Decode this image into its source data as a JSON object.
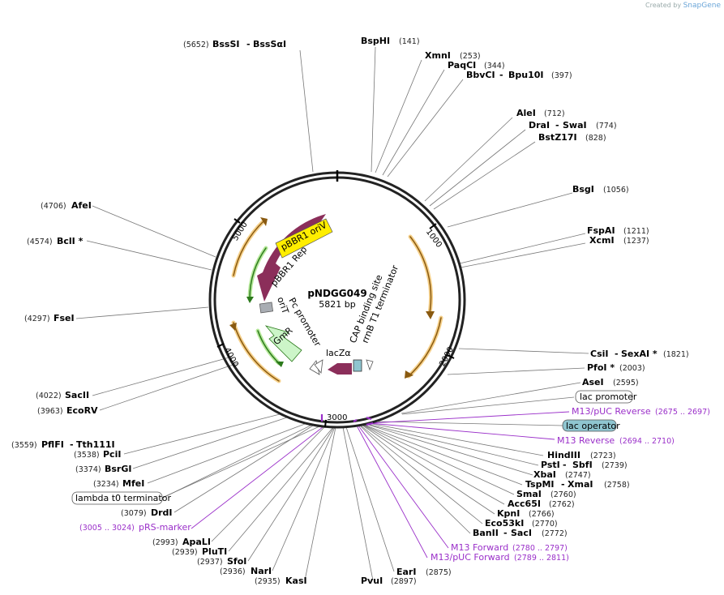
{
  "credit": {
    "prefix": "Created by",
    "brand": "SnapGene"
  },
  "plasmid": {
    "name": "pNDGG049",
    "size": "5821 bp"
  },
  "ticks": [
    "1000",
    "2000",
    "3000",
    "4000",
    "5000"
  ],
  "sites": [
    {
      "name": "BssSI",
      "name2": "BssSαI",
      "pos": "(5652)"
    },
    {
      "name": "BspHI",
      "pos": "(141)"
    },
    {
      "name": "XmnI",
      "pos": "(253)"
    },
    {
      "name": "PaqCI",
      "pos": "(344)"
    },
    {
      "name": "BbvCI",
      "name2": "Bpu10I",
      "pos": "(397)"
    },
    {
      "name": "AleI",
      "pos": "(712)"
    },
    {
      "name": "DraI",
      "name2": "SwaI",
      "pos": "(774)"
    },
    {
      "name": "BstZ17I",
      "pos": "(828)"
    },
    {
      "name": "BsgI",
      "pos": "(1056)"
    },
    {
      "name": "FspAI",
      "pos": "(1211)"
    },
    {
      "name": "XcmI",
      "pos": "(1237)"
    },
    {
      "name": "CsiI",
      "name2": "SexAI *",
      "pos": "(1821)"
    },
    {
      "name": "PfoI *",
      "pos": "(2003)"
    },
    {
      "name": "AseI",
      "pos": "(2595)"
    },
    {
      "name": "HindIII",
      "pos": "(2723)"
    },
    {
      "name": "PstI",
      "name2": "SbfI",
      "pos": "(2739)"
    },
    {
      "name": "XbaI",
      "pos": "(2747)"
    },
    {
      "name": "TspMI",
      "name2": "XmaI",
      "pos": "(2758)"
    },
    {
      "name": "SmaI",
      "pos": "(2760)"
    },
    {
      "name": "Acc65I",
      "pos": "(2762)"
    },
    {
      "name": "KpnI",
      "pos": "(2766)"
    },
    {
      "name": "Eco53kI",
      "pos": "(2770)"
    },
    {
      "name": "BanII",
      "name2": "SacI",
      "pos": "(2772)"
    },
    {
      "name": "EarI",
      "pos": "(2875)"
    },
    {
      "name": "PvuI",
      "pos": "(2897)"
    },
    {
      "name": "KasI",
      "pos": "(2935)"
    },
    {
      "name": "NarI",
      "pos": "(2936)"
    },
    {
      "name": "SfoI",
      "pos": "(2937)"
    },
    {
      "name": "PluTI",
      "pos": "(2939)"
    },
    {
      "name": "ApaLI",
      "pos": "(2993)"
    },
    {
      "name": "DrdI",
      "pos": "(3079)"
    },
    {
      "name": "MfeI",
      "pos": "(3234)"
    },
    {
      "name": "BsrGI",
      "pos": "(3374)"
    },
    {
      "name": "PciI",
      "pos": "(3538)"
    },
    {
      "name": "PflFI",
      "name2": "Tth111I",
      "pos": "(3559)"
    },
    {
      "name": "EcoRV",
      "pos": "(3963)"
    },
    {
      "name": "SacII",
      "pos": "(4022)"
    },
    {
      "name": "FseI",
      "pos": "(4297)"
    },
    {
      "name": "BclI *",
      "pos": "(4574)"
    },
    {
      "name": "AfeI",
      "pos": "(4706)"
    }
  ],
  "primers": [
    {
      "name": "M13/pUC Reverse",
      "range": "(2675 .. 2697)"
    },
    {
      "name": "M13 Reverse",
      "range": "(2694 .. 2710)"
    },
    {
      "name": "M13 Forward",
      "range": "(2780 .. 2797)"
    },
    {
      "name": "M13/pUC Forward",
      "range": "(2789 .. 2811)"
    },
    {
      "name": "pRS-marker",
      "range": "(3005 .. 3024)"
    }
  ],
  "boxed": {
    "lac_promoter": "lac promoter",
    "lac_operator": "lac operator",
    "lambda_t0": "lambda t0 terminator"
  },
  "features": {
    "pbbr1_oriv": "pBBR1 oriV",
    "pbbr1_rep": "pBBR1 Rep",
    "pc_promoter": "Pc promoter",
    "orit": "oriT",
    "gmr": "GmR",
    "lacz": "lacZα",
    "cap_site": "CAP binding site",
    "rrnb": "rrnB T1 terminator"
  },
  "colors": {
    "backbone": "#222222",
    "rep": "#8b2e5a",
    "oriv": "#ffee00",
    "gmr": "#ccf5c8",
    "orf": "#d98c1c",
    "primer": "#9a2fc9",
    "operator": "#8fc5d0"
  }
}
